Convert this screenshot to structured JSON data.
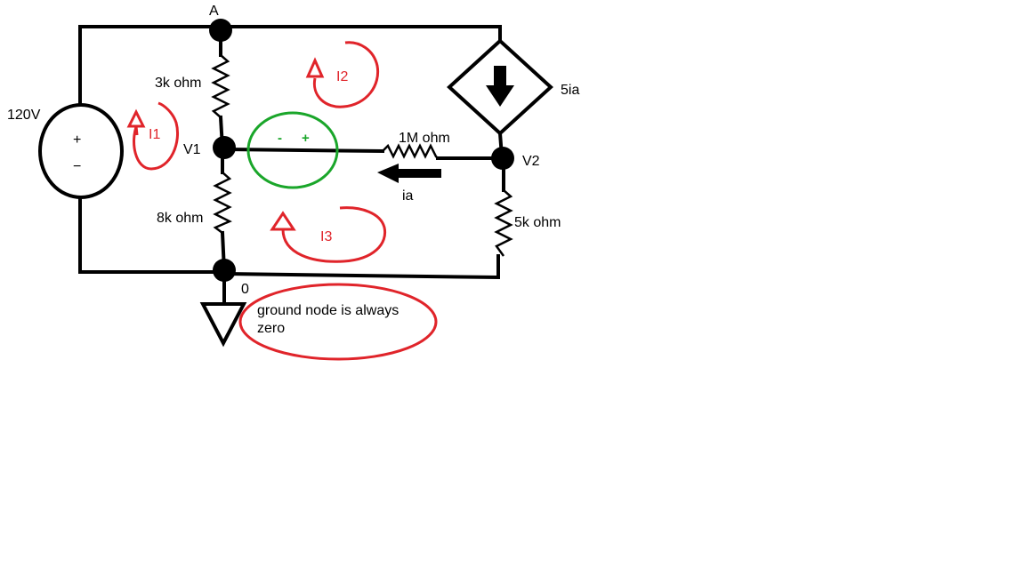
{
  "nodes": {
    "A": "A",
    "V1": "V1",
    "V2": "V2",
    "ground": "0"
  },
  "source": {
    "value": "120V",
    "plus": "+",
    "minus": "−"
  },
  "resistors": {
    "r_top": "3k ohm",
    "r_bottom": "8k ohm",
    "r_mid": "1M ohm",
    "r_right": "5k ohm"
  },
  "dependent_source": {
    "label": "5ia"
  },
  "current_label": "ia",
  "mesh_currents": {
    "i1": "I1",
    "i2": "I2",
    "i3": "I3"
  },
  "polarity": {
    "minus": "-",
    "plus": "+"
  },
  "note": {
    "line1": "ground node is always",
    "line2": "zero"
  },
  "colors": {
    "wire": "#000000",
    "annotation_red": "#e0242a",
    "annotation_green": "#1aa62a"
  }
}
